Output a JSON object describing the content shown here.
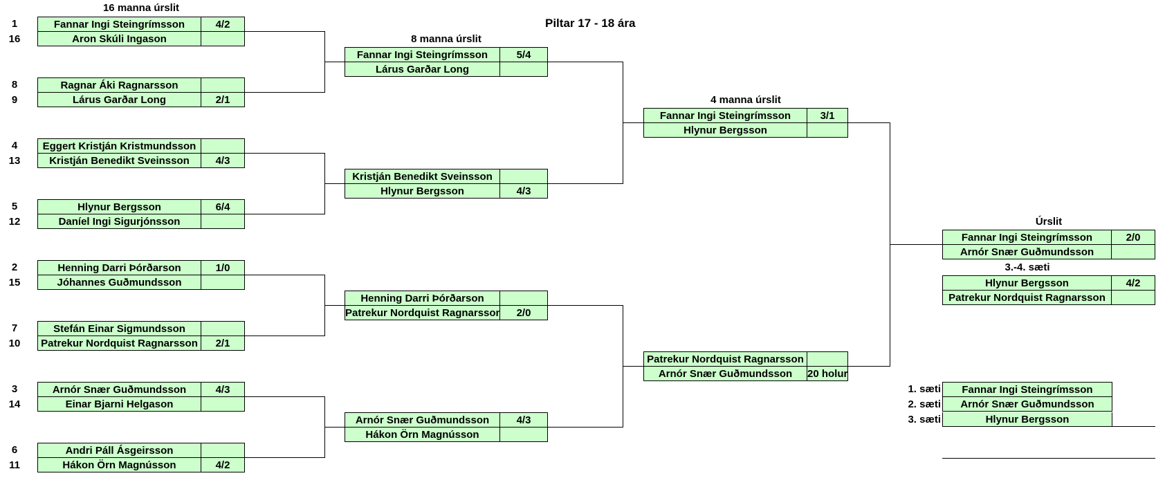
{
  "title": "Piltar 17 - 18 ára",
  "rounds": {
    "r16": "16 manna úrslit",
    "qf": "8 manna úrslit",
    "sf": "4 manna úrslit",
    "final": "Úrslit",
    "third": "3.-4. sæti"
  },
  "r16": [
    {
      "seed": "1",
      "name": "Fannar Ingi Steingrímsson",
      "score": "4/2"
    },
    {
      "seed": "16",
      "name": "Aron Skúli Ingason",
      "score": ""
    },
    {
      "seed": "8",
      "name": "Ragnar Áki Ragnarsson",
      "score": ""
    },
    {
      "seed": "9",
      "name": "Lárus Garðar Long",
      "score": "2/1"
    },
    {
      "seed": "4",
      "name": "Eggert Kristján Kristmundsson",
      "score": ""
    },
    {
      "seed": "13",
      "name": "Kristján Benedikt Sveinsson",
      "score": "4/3"
    },
    {
      "seed": "5",
      "name": "Hlynur Bergsson",
      "score": "6/4"
    },
    {
      "seed": "12",
      "name": "Daníel Ingi Sigurjónsson",
      "score": ""
    },
    {
      "seed": "2",
      "name": "Henning Darri Þórðarson",
      "score": "1/0"
    },
    {
      "seed": "15",
      "name": "Jóhannes Guðmundsson",
      "score": ""
    },
    {
      "seed": "7",
      "name": "Stefán Einar Sigmundsson",
      "score": ""
    },
    {
      "seed": "10",
      "name": "Patrekur Nordquist Ragnarsson",
      "score": "2/1"
    },
    {
      "seed": "3",
      "name": "Arnór Snær Guðmundsson",
      "score": "4/3"
    },
    {
      "seed": "14",
      "name": "Einar Bjarni Helgason",
      "score": ""
    },
    {
      "seed": "6",
      "name": "Andri Páll Ásgeirsson",
      "score": ""
    },
    {
      "seed": "11",
      "name": "Hákon Örn Magnússon",
      "score": "4/2"
    }
  ],
  "qf": [
    {
      "name": "Fannar Ingi Steingrímsson",
      "score": "5/4"
    },
    {
      "name": "Lárus Garðar Long",
      "score": ""
    },
    {
      "name": "Kristján Benedikt Sveinsson",
      "score": ""
    },
    {
      "name": "Hlynur Bergsson",
      "score": "4/3"
    },
    {
      "name": "Henning Darri Þórðarson",
      "score": ""
    },
    {
      "name": "Patrekur Nordquist Ragnarsson",
      "score": "2/0"
    },
    {
      "name": "Arnór Snær Guðmundsson",
      "score": "4/3"
    },
    {
      "name": "Hákon Örn Magnússon",
      "score": ""
    }
  ],
  "sf": [
    {
      "name": "Fannar Ingi Steingrímsson",
      "score": "3/1"
    },
    {
      "name": "Hlynur Bergsson",
      "score": ""
    },
    {
      "name": "Patrekur Nordquist Ragnarsson",
      "score": ""
    },
    {
      "name": "Arnór Snær Guðmundsson",
      "score": "20 holur"
    }
  ],
  "final": [
    {
      "name": "Fannar Ingi Steingrímsson",
      "score": "2/0"
    },
    {
      "name": "Arnór Snær Guðmundsson",
      "score": ""
    }
  ],
  "third": [
    {
      "name": "Hlynur Bergsson",
      "score": "4/2"
    },
    {
      "name": "Patrekur Nordquist Ragnarsson",
      "score": ""
    }
  ],
  "placings": [
    {
      "label": "1. sæti",
      "name": "Fannar Ingi Steingrímsson"
    },
    {
      "label": "2. sæti",
      "name": "Arnór Snær Guðmundsson"
    },
    {
      "label": "3. sæti",
      "name": "Hlynur Bergsson"
    }
  ],
  "colors": {
    "cell": "#ccffcc",
    "line": "#000000"
  }
}
